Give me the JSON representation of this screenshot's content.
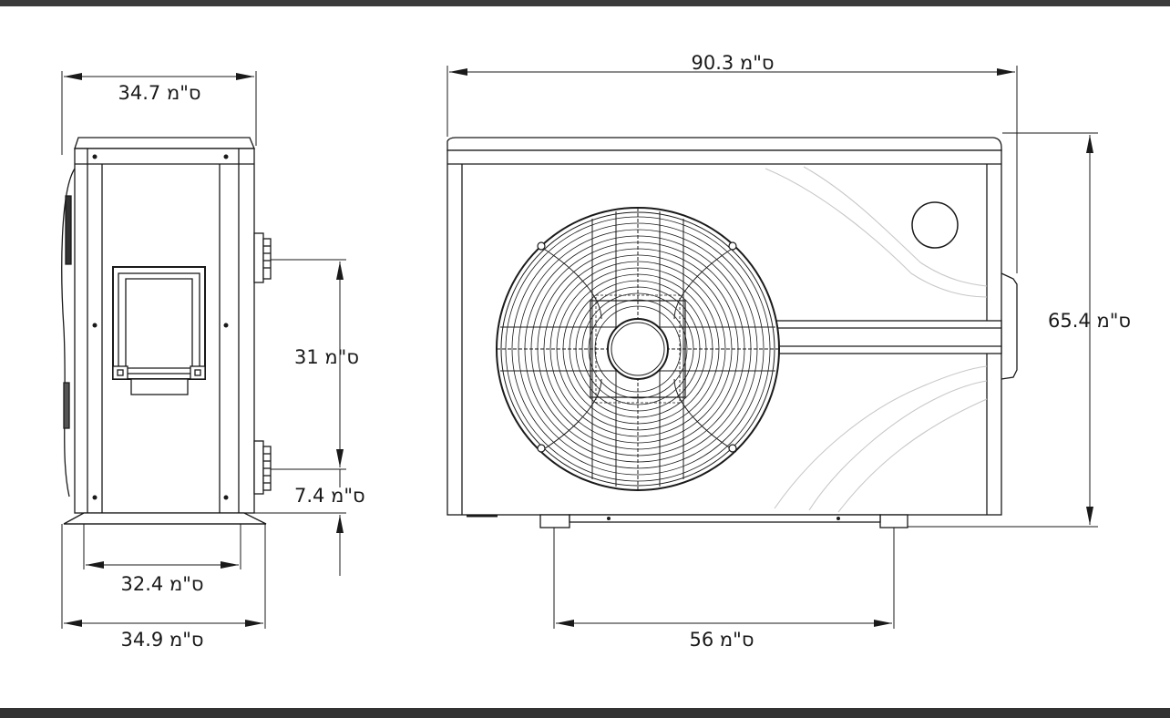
{
  "dimensions": {
    "top_side_width": "34.7 ס\"מ",
    "top_front_width": "90.3 ס\"מ",
    "front_height": "65.4 ס\"מ",
    "pipe_spacing": "31 ס\"מ",
    "pipe_bottom_offset": "7.4 ס\"מ",
    "base_inner_width": "32.4 ס\"מ",
    "base_outer_width": "34.9 ס\"מ",
    "feet_spacing": "56 ס\"מ"
  },
  "colors": {
    "line": "#1a1a1a",
    "band": "#3b3b3b",
    "background": "#ffffff",
    "decor_curve": "#c8c8c8"
  }
}
